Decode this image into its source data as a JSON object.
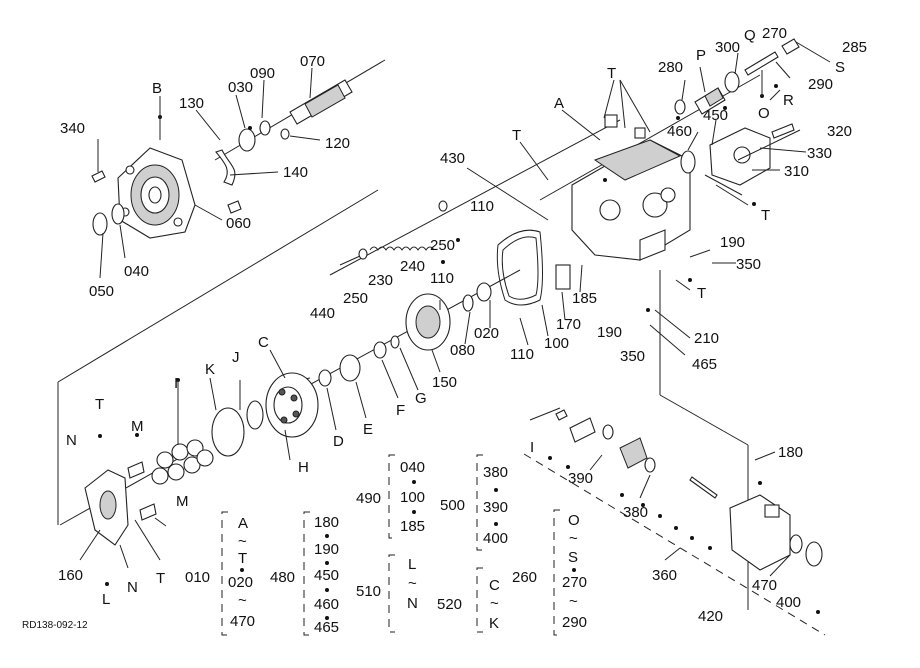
{
  "code": "RD138-092-12",
  "labels": {
    "B": "B",
    "A": "A",
    "T": "T",
    "P": "P",
    "Q": "Q",
    "R": "R",
    "S": "S",
    "O": "O",
    "C": "C",
    "I": "I",
    "K": "K",
    "J": "J",
    "H": "H",
    "D": "D",
    "E": "E",
    "F": "F",
    "G": "G",
    "M": "M",
    "N": "N",
    "L": "L",
    "p340": "340",
    "p130": "130",
    "p030": "030",
    "p090": "090",
    "p070": "070",
    "p120": "120",
    "p140": "140",
    "p060": "060",
    "p040": "040",
    "p050": "050",
    "p430": "430",
    "p110": "110",
    "p250": "250",
    "p230": "230",
    "p240": "240",
    "p440": "440",
    "p020": "020",
    "p080": "080",
    "p100": "100",
    "p170": "170",
    "p185": "185",
    "p150": "150",
    "p190": "190",
    "p350": "350",
    "p210": "210",
    "p465": "465",
    "p280": "280",
    "p300": "300",
    "p270": "270",
    "p285": "285",
    "p290": "290",
    "p460": "460",
    "p450": "450",
    "p320": "320",
    "p330": "330",
    "p310": "310",
    "p180": "180",
    "p390": "390",
    "p380": "380",
    "p360": "360",
    "p470": "470",
    "p400": "400",
    "p420": "420",
    "p160": "160"
  },
  "legend": {
    "g010": {
      "num": "010",
      "top": "A",
      "tilde1": "~",
      "mid": "T",
      "b1": "020",
      "tilde2": "~",
      "b2": "470"
    },
    "g480": {
      "num": "480",
      "items": [
        "180",
        "190",
        "450",
        "460",
        "465"
      ]
    },
    "g490": {
      "num": "490",
      "items": [
        "040",
        "100",
        "185"
      ]
    },
    "g500": {
      "num": "500",
      "items": [
        "380",
        "390",
        "400"
      ]
    },
    "g510": {
      "num": "510",
      "top": "L",
      "tilde": "~",
      "bot": "N"
    },
    "g520": {
      "num": "520",
      "top": "C",
      "tilde": "~",
      "bot": "K"
    },
    "g260": {
      "num": "260",
      "top": "O",
      "tilde1": "~",
      "mid": "S",
      "b1": "270",
      "tilde2": "~",
      "b2": "290"
    }
  }
}
